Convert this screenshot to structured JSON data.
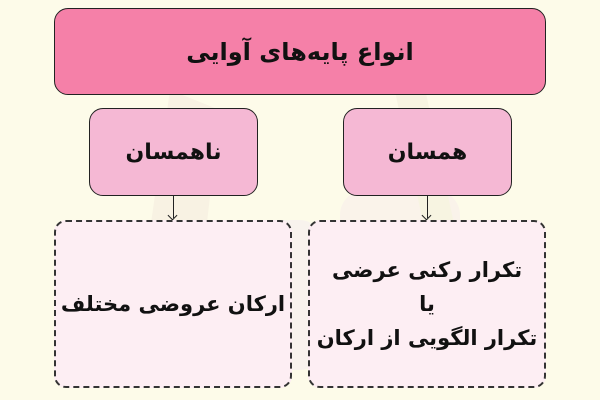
{
  "diagram": {
    "title": "انواع پایه‌های آوایی",
    "branches": [
      {
        "label": "همسان",
        "description_lines": [
          "تکرار رکنی عرضی",
          "یا",
          "تکرار الگویی از ارکان"
        ]
      },
      {
        "label": "ناهمسان",
        "description_lines": [
          "ارکان عروضی مختلف"
        ]
      }
    ]
  },
  "colors": {
    "background": "#fdfbe9",
    "title_box": "#f580a8",
    "branch_box": "#f5b8d4",
    "description_box": "#fdeef3",
    "border": "#222222"
  }
}
